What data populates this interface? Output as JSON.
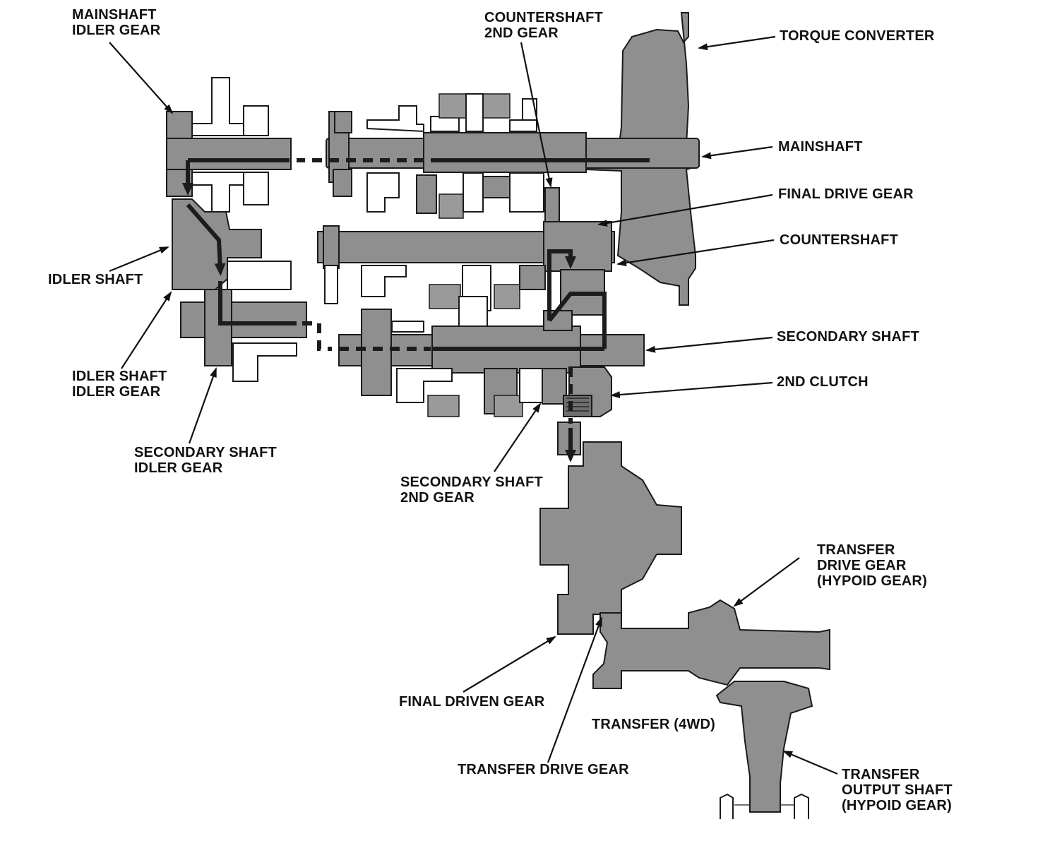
{
  "labels": {
    "mainshaft_idler_gear": [
      "MAINSHAFT",
      "IDLER GEAR"
    ],
    "countershaft_2nd_gear": [
      "COUNTERSHAFT",
      "2ND GEAR"
    ],
    "torque_converter": [
      "TORQUE CONVERTER"
    ],
    "mainshaft": [
      "MAINSHAFT"
    ],
    "final_drive_gear": [
      "FINAL DRIVE GEAR"
    ],
    "countershaft": [
      "COUNTERSHAFT"
    ],
    "idler_shaft": [
      "IDLER SHAFT"
    ],
    "secondary_shaft": [
      "SECONDARY SHAFT"
    ],
    "second_clutch": [
      "2ND CLUTCH"
    ],
    "idler_shaft_idler_gear": [
      "IDLER SHAFT",
      "IDLER GEAR"
    ],
    "secondary_shaft_idler_gear": [
      "SECONDARY SHAFT",
      "IDLER GEAR"
    ],
    "secondary_shaft_2nd_gear": [
      "SECONDARY SHAFT",
      "2ND GEAR"
    ],
    "transfer_drive_gear_hypoid": [
      "TRANSFER",
      "DRIVE GEAR",
      "(HYPOID GEAR)"
    ],
    "final_driven_gear": [
      "FINAL DRIVEN GEAR"
    ],
    "transfer_4wd": [
      "TRANSFER (4WD)"
    ],
    "transfer_drive_gear": [
      "TRANSFER DRIVE GEAR"
    ],
    "transfer_output_shaft_hypoid": [
      "TRANSFER",
      "OUTPUT SHAFT",
      "(HYPOID GEAR)"
    ]
  },
  "colors": {
    "part_fill": "#8f8f8f",
    "outline": "#1a1a1a",
    "power_flow": "#1c1c1c",
    "background": "#ffffff"
  }
}
